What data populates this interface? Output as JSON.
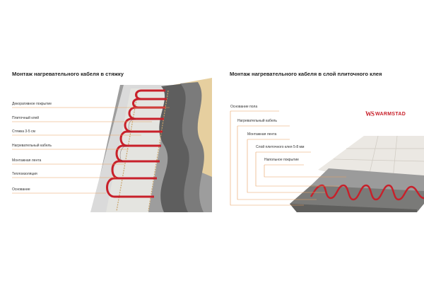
{
  "left": {
    "title": "Монтаж нагревательного кабеля в стяжку",
    "labels": [
      "Декоративное покрытие",
      "Плиточный клей",
      "Стяжка 3-5 см",
      "Нагревательный кабель",
      "Монтажная лента",
      "Теплоизоляция",
      "Основание"
    ]
  },
  "right": {
    "title": "Монтаж нагревательного кабеля в слой плиточного клея",
    "labels": [
      "Основание пола",
      "Нагревательный кабель",
      "Монтажная лента",
      "Слой плиточного клея 5-8 мм",
      "Напольное покрытие"
    ],
    "logo_mark": "WS",
    "logo_text": "WARMSTAD"
  },
  "colors": {
    "cable": "#c8202a",
    "leader": "#e8a060",
    "wood": "#e6cf9f",
    "screed": "#6b6b6b",
    "tile": "#ebe8e3"
  }
}
